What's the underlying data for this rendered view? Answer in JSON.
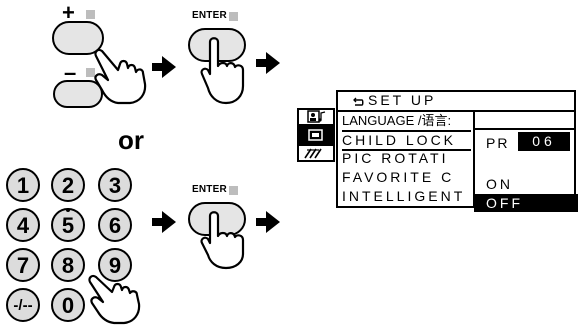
{
  "top_buttons": {
    "plus": "+",
    "minus": "–"
  },
  "enter": {
    "label_top": "ENTER",
    "label_bottom": "ENTER"
  },
  "or_text": "or",
  "keypad": {
    "keys": [
      "1",
      "2",
      "3",
      "4",
      "5",
      "6",
      "7",
      "8",
      "9",
      "-/--",
      "0"
    ]
  },
  "menu": {
    "title": "SET UP",
    "items": [
      "LANGUAGE /语言:",
      "CHILD LOCK",
      "PIC ROTATI",
      "FAVORITE C",
      "INTELLIGENT"
    ],
    "selected_item": "CHILD LOCK",
    "sub": {
      "pr_label": "PR",
      "pr_value": "06",
      "on": "ON",
      "off": "OFF",
      "selected_option": "OFF"
    }
  },
  "icons": [
    "hand-pointer-icon",
    "arrow-right-icon",
    "person-music-icon",
    "tv-setup-icon",
    "signal-icon",
    "return-icon"
  ]
}
